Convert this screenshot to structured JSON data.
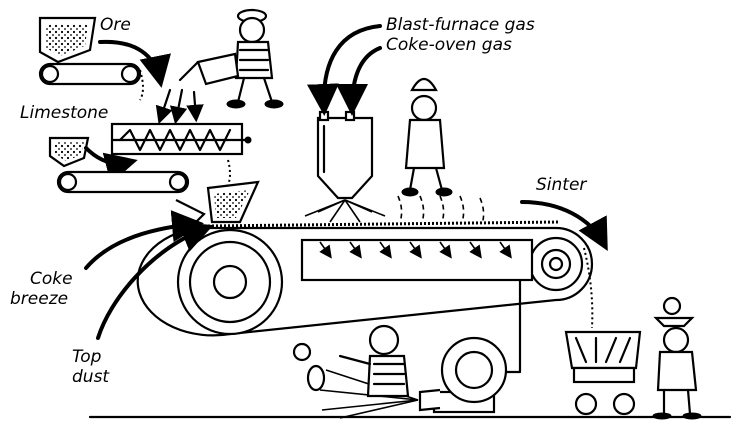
{
  "labels": {
    "ore": "Ore",
    "limestone": "Limestone",
    "gas_line1": "Blast-furnace gas",
    "gas_line2": "Coke-oven gas",
    "sinter": "Sinter",
    "coke_line1": "Coke",
    "coke_line2": "breeze",
    "top_line1": "Top",
    "top_line2": "dust"
  },
  "colors": {
    "ink": "#000000",
    "paper": "#ffffff"
  }
}
